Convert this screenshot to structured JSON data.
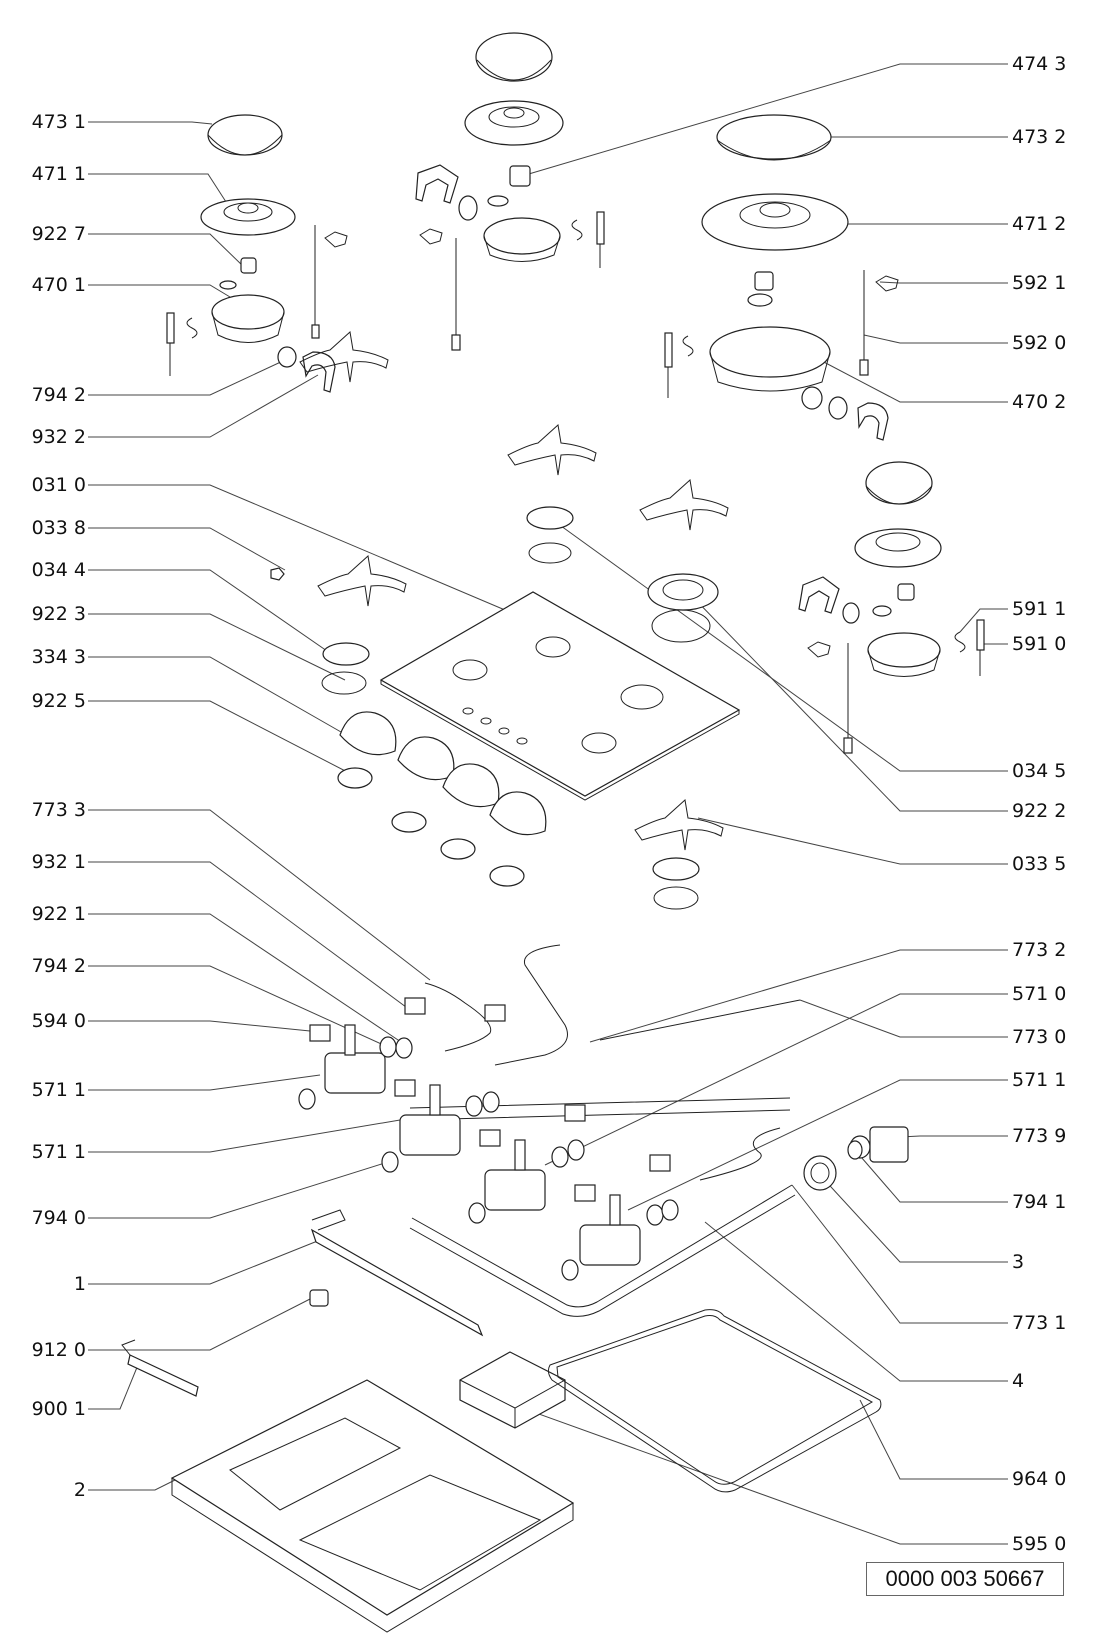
{
  "diagram": {
    "type": "exploded parts diagram",
    "subject": "gas hob with four burners",
    "reference_number": "0000 003 50667",
    "labels_left": [
      {
        "id": "473-1",
        "text": "473 1"
      },
      {
        "id": "471-1",
        "text": "471 1"
      },
      {
        "id": "922-7",
        "text": "922 7"
      },
      {
        "id": "470-1",
        "text": "470 1"
      },
      {
        "id": "794-2a",
        "text": "794 2"
      },
      {
        "id": "932-2",
        "text": "932 2"
      },
      {
        "id": "031-0",
        "text": "031 0"
      },
      {
        "id": "033-8",
        "text": "033 8"
      },
      {
        "id": "034-4",
        "text": "034 4"
      },
      {
        "id": "922-3",
        "text": "922 3"
      },
      {
        "id": "334-3",
        "text": "334 3"
      },
      {
        "id": "922-5",
        "text": "922 5"
      },
      {
        "id": "773-3",
        "text": "773 3"
      },
      {
        "id": "932-1",
        "text": "932 1"
      },
      {
        "id": "922-1",
        "text": "922 1"
      },
      {
        "id": "794-2b",
        "text": "794 2"
      },
      {
        "id": "594-0",
        "text": "594 0"
      },
      {
        "id": "571-1a",
        "text": "571 1"
      },
      {
        "id": "571-1b",
        "text": "571 1"
      },
      {
        "id": "794-0",
        "text": "794 0"
      },
      {
        "id": "1",
        "text": "1"
      },
      {
        "id": "912-0",
        "text": "912 0"
      },
      {
        "id": "900-1",
        "text": "900 1"
      },
      {
        "id": "2",
        "text": "2"
      }
    ],
    "labels_right": [
      {
        "id": "474-3",
        "text": "474 3"
      },
      {
        "id": "473-2",
        "text": "473 2"
      },
      {
        "id": "471-2",
        "text": "471 2"
      },
      {
        "id": "592-1",
        "text": "592 1"
      },
      {
        "id": "592-0",
        "text": "592 0"
      },
      {
        "id": "470-2",
        "text": "470 2"
      },
      {
        "id": "591-1",
        "text": "591 1"
      },
      {
        "id": "591-0",
        "text": "591 0"
      },
      {
        "id": "034-5",
        "text": "034 5"
      },
      {
        "id": "922-2",
        "text": "922 2"
      },
      {
        "id": "033-5",
        "text": "033 5"
      },
      {
        "id": "773-2",
        "text": "773 2"
      },
      {
        "id": "571-0",
        "text": "571 0"
      },
      {
        "id": "773-0",
        "text": "773 0"
      },
      {
        "id": "571-1c",
        "text": "571 1"
      },
      {
        "id": "773-9",
        "text": "773 9"
      },
      {
        "id": "794-1",
        "text": "794 1"
      },
      {
        "id": "3",
        "text": "3"
      },
      {
        "id": "773-1",
        "text": "773 1"
      },
      {
        "id": "4",
        "text": "4"
      },
      {
        "id": "964-0",
        "text": "964 0"
      },
      {
        "id": "595-0",
        "text": "595 0"
      }
    ]
  }
}
